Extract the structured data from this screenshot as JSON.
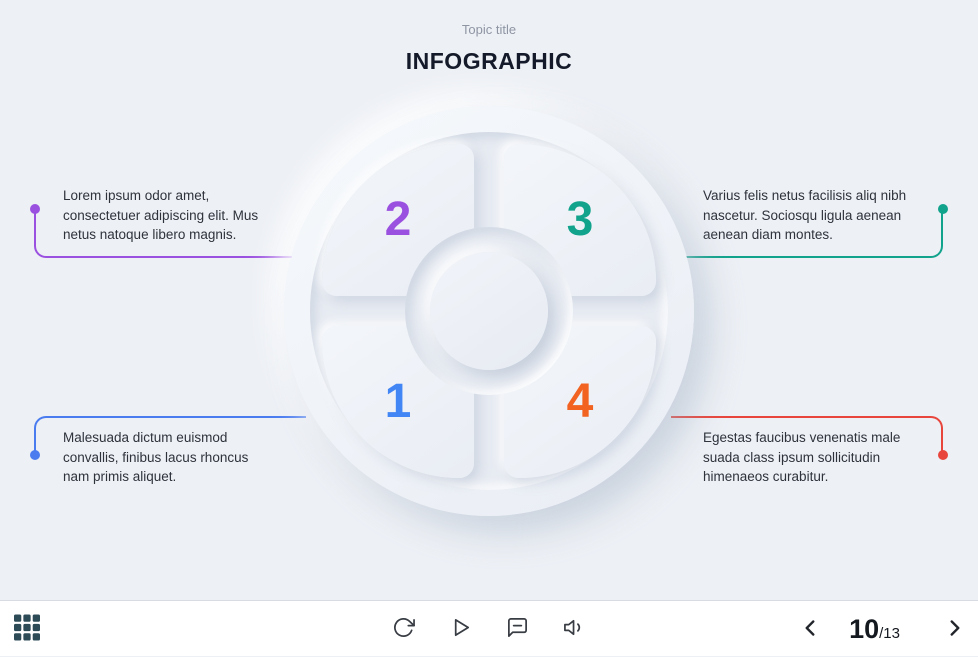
{
  "header": {
    "topic_label": "Topic title",
    "title": "INFOGRAPHIC"
  },
  "items": [
    {
      "number": "1",
      "color": "#4285f4",
      "connector_color": "#4a7cf0",
      "text": "Malesuada dictum euismod convallis, finibus lacus rhoncus nam primis aliquet."
    },
    {
      "number": "2",
      "color": "#9b51e0",
      "connector_color": "#9b51e0",
      "text": "Lorem ipsum odor amet, consectetuer adipiscing elit. Mus netus natoque libero magnis."
    },
    {
      "number": "3",
      "color": "#12a38c",
      "connector_color": "#12a38c",
      "text": "Varius felis netus facilisis aliq nibh nascetur. Sociosqu ligula aenean aenean diam montes."
    },
    {
      "number": "4",
      "color": "#f26322",
      "connector_color": "#e8463c",
      "text": "Egestas faucibus venenatis male suada class ipsum sollicitudin himenaeos curabitur."
    }
  ],
  "player": {
    "page_current": "10",
    "page_total": "/13",
    "icons": {
      "left": "thumbnails-grid-icon",
      "center": [
        "refresh-icon",
        "play-icon",
        "comment-icon",
        "volume-icon"
      ],
      "right": [
        "chevron-left-icon",
        "chevron-right-icon"
      ]
    }
  },
  "colors": {
    "background": "#edf0f5",
    "player_bar": "#ffffff",
    "title_text": "#141a29",
    "body_text": "#2e323b",
    "icon_dark": "#383c43",
    "grid_icon": "#2d4a57",
    "chevron": "#22262c"
  }
}
